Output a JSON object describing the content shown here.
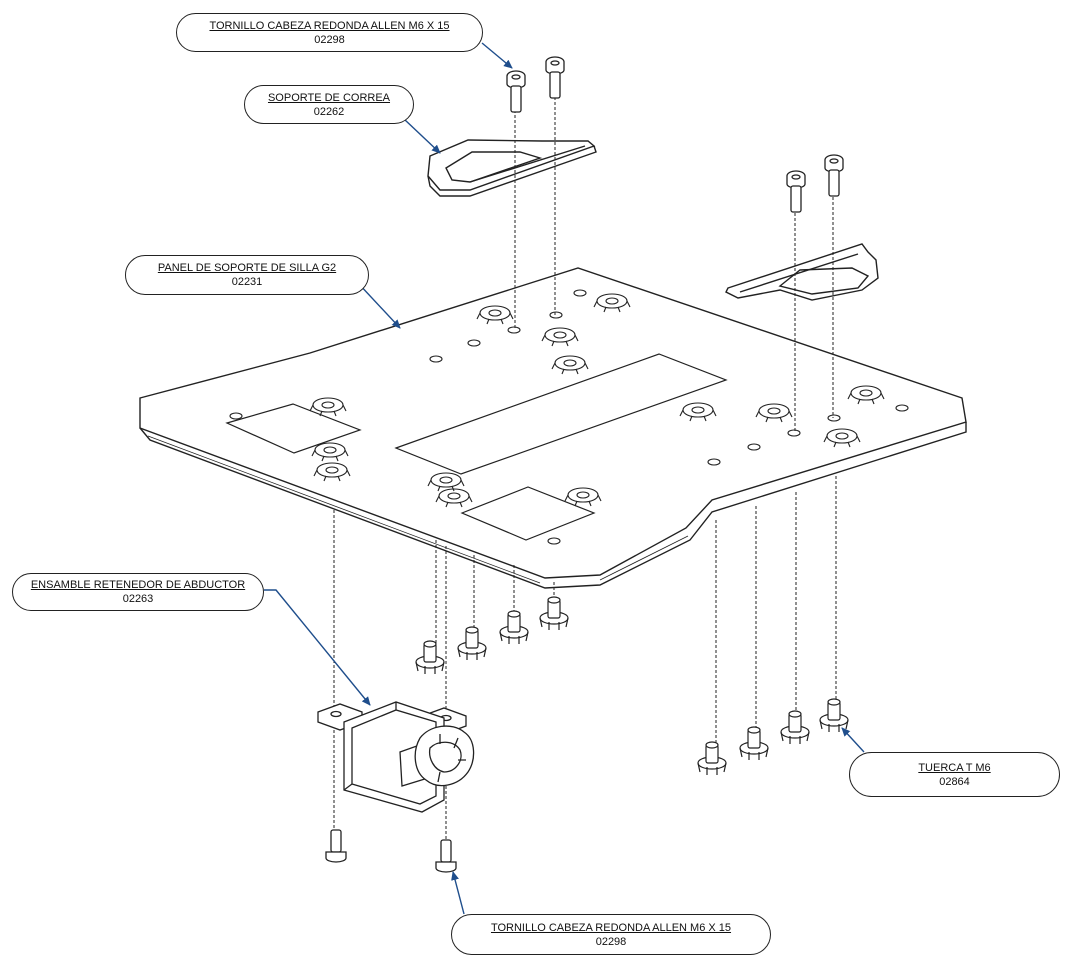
{
  "callouts": {
    "screw_top": {
      "title": "TORNILLO CABEZA REDONDA ALLEN M6 X 15",
      "code": "02298"
    },
    "strap_support": {
      "title": "SOPORTE DE CORREA",
      "code": "02262"
    },
    "seat_panel": {
      "title": "PANEL DE SOPORTE DE SILLA G2",
      "code": "02231"
    },
    "abductor": {
      "title": "ENSAMBLE RETENEDOR DE ABDUCTOR",
      "code": "02263"
    },
    "t_nut": {
      "title": "TUERCA T M6",
      "code": "02864"
    },
    "screw_bottom": {
      "title": "TORNILLO CABEZA REDONDA ALLEN M6 X 15",
      "code": "02298"
    }
  },
  "colors": {
    "leader": "#1f4e8c",
    "line": "#222222"
  }
}
